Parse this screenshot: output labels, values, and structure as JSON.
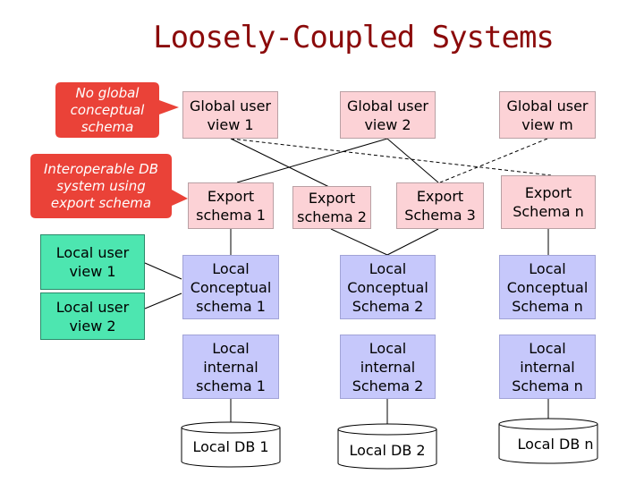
{
  "title": "Loosely-Coupled Systems",
  "callouts": {
    "no_global": "No global conceptual schema",
    "interoperable": "Interoperable DB system using export schema"
  },
  "local_views": [
    "Local user view 1",
    "Local user view 2"
  ],
  "global_views": [
    "Global user view 1",
    "Global user view 2",
    "Global user view m"
  ],
  "export_schemas": [
    "Export schema 1",
    "Export schema 2",
    "Export Schema 3",
    "Export Schema n"
  ],
  "local_conceptual": [
    "Local Conceptual schema 1",
    "Local Conceptual Schema 2",
    "Local Conceptual Schema n"
  ],
  "local_internal": [
    "Local internal schema 1",
    "Local internal Schema 2",
    "Local internal Schema n"
  ],
  "local_dbs": [
    "Local DB 1",
    "Local DB 2",
    "Local DB n"
  ],
  "colors": {
    "title": "#8b0a0a",
    "callout": "#ea4238",
    "pink": "#fcd2d6",
    "purple": "#c6c8fb",
    "green": "#4de6b0"
  }
}
